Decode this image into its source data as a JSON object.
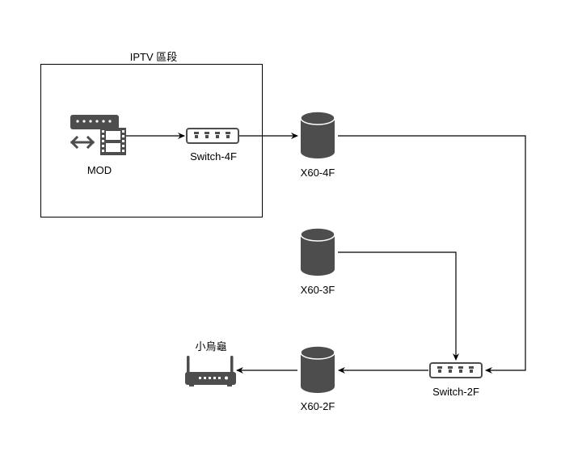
{
  "group": {
    "title": "IPTV 區段"
  },
  "nodes": {
    "mod": {
      "label": "MOD",
      "icon": "mod-set-top-box-icon"
    },
    "switch4f": {
      "label": "Switch-4F",
      "icon": "network-switch-icon"
    },
    "x60_4f": {
      "label": "X60-4F",
      "icon": "database-cylinder-icon"
    },
    "x60_3f": {
      "label": "X60-3F",
      "icon": "database-cylinder-icon"
    },
    "x60_2f": {
      "label": "X60-2F",
      "icon": "database-cylinder-icon"
    },
    "switch2f": {
      "label": "Switch-2F",
      "icon": "network-switch-icon"
    },
    "router": {
      "label": "小烏龜",
      "icon": "wireless-router-icon"
    }
  },
  "colors": {
    "icon_fill": "#4d4d4d",
    "line": "#000000",
    "background": "#ffffff"
  },
  "edges": [
    {
      "from": "MOD",
      "to": "Switch-4F"
    },
    {
      "from": "Switch-4F",
      "to": "X60-4F"
    },
    {
      "from": "X60-4F",
      "to": "Switch-2F"
    },
    {
      "from": "X60-3F",
      "to": "Switch-2F"
    },
    {
      "from": "Switch-2F",
      "to": "X60-2F"
    },
    {
      "from": "X60-2F",
      "to": "小烏龜"
    }
  ]
}
